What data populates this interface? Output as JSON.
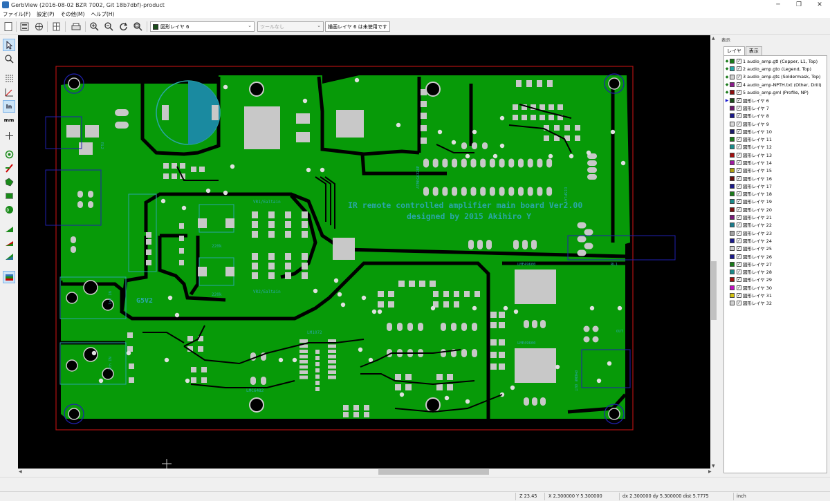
{
  "window": {
    "title": "GerbView (2016-08-02 BZR 7002, Git 18b7dbf)-product",
    "minimize": "─",
    "maximize": "❐",
    "close": "✕"
  },
  "menu": [
    "ファイル(F)",
    "設定(P)",
    "その他(M)",
    "ヘルプ(H)"
  ],
  "toolbar": {
    "layer_select": "図形レイヤ 6",
    "layer_color": "#1a4d1a",
    "tool_select": "ツールなし",
    "notice_button": "描画レイヤ 6 は未使用です"
  },
  "panel": {
    "title": "表示",
    "tabs": [
      "レイヤ",
      "表示"
    ],
    "layers": [
      {
        "label": "1 audio_amp.gtl (Copper, L1, Top)",
        "color": "#1a7a1a",
        "mark": "◆"
      },
      {
        "label": "2 audio_amp.gto (Legend, Top)",
        "color": "#2aa7a7",
        "mark": "◆"
      },
      {
        "label": "3 audio_amp.gts (Soldermask, Top)",
        "color": "#d0d0d0",
        "mark": "◆"
      },
      {
        "label": "4 audio_amp-NPTH.txt (Other, Drill)",
        "color": "#8a1a8a",
        "mark": "◆"
      },
      {
        "label": "5 audio_amp.gml (Profile, NP)",
        "color": "#8a1010",
        "mark": "◆"
      },
      {
        "label": "図形レイヤ 6",
        "color": "#1a4d1a",
        "mark": "▶"
      },
      {
        "label": "図形レイヤ 7",
        "color": "#6a1a6a",
        "mark": ""
      },
      {
        "label": "図形レイヤ 8",
        "color": "#1a1a8a",
        "mark": ""
      },
      {
        "label": "図形レイヤ 9",
        "color": "#d8d8d8",
        "mark": ""
      },
      {
        "label": "図形レイヤ 10",
        "color": "#1a1a6a",
        "mark": ""
      },
      {
        "label": "図形レイヤ 11",
        "color": "#1a7a1a",
        "mark": ""
      },
      {
        "label": "図形レイヤ 12",
        "color": "#1a8a8a",
        "mark": ""
      },
      {
        "label": "図形レイヤ 13",
        "color": "#a01010",
        "mark": ""
      },
      {
        "label": "図形レイヤ 14",
        "color": "#a01aa0",
        "mark": ""
      },
      {
        "label": "図形レイヤ 15",
        "color": "#b0a010",
        "mark": ""
      },
      {
        "label": "図形レイヤ 16",
        "color": "#6a1010",
        "mark": ""
      },
      {
        "label": "図形レイヤ 17",
        "color": "#1a1a8a",
        "mark": ""
      },
      {
        "label": "図形レイヤ 18",
        "color": "#1a7a1a",
        "mark": ""
      },
      {
        "label": "図形レイヤ 19",
        "color": "#1a8a8a",
        "mark": ""
      },
      {
        "label": "図形レイヤ 20",
        "color": "#7a1010",
        "mark": ""
      },
      {
        "label": "図形レイヤ 21",
        "color": "#7a1a7a",
        "mark": ""
      },
      {
        "label": "図形レイヤ 22",
        "color": "#1a7a8a",
        "mark": ""
      },
      {
        "label": "図形レイヤ 23",
        "color": "#a0a0a0",
        "mark": ""
      },
      {
        "label": "図形レイヤ 24",
        "color": "#1a1a8a",
        "mark": ""
      },
      {
        "label": "図形レイヤ 25",
        "color": "#d0d0d0",
        "mark": ""
      },
      {
        "label": "図形レイヤ 26",
        "color": "#1a1a8a",
        "mark": ""
      },
      {
        "label": "図形レイヤ 27",
        "color": "#1a7a1a",
        "mark": ""
      },
      {
        "label": "図形レイヤ 28",
        "color": "#1a8a8a",
        "mark": ""
      },
      {
        "label": "図形レイヤ 29",
        "color": "#a01010",
        "mark": ""
      },
      {
        "label": "図形レイヤ 30",
        "color": "#c010c0",
        "mark": ""
      },
      {
        "label": "図形レイヤ 31",
        "color": "#d0c010",
        "mark": ""
      },
      {
        "label": "図形レイヤ 32",
        "color": "#d0d0d0",
        "mark": ""
      }
    ]
  },
  "board": {
    "title_line1": "IR remote controlled amplifier main board Ver2.00",
    "title_line2": "designed by 2015 Akihiro Y",
    "labels": {
      "g5v2": "G5V2",
      "lm6482": "LMC6482",
      "lm1072": "LM1072",
      "sw_a": "220k",
      "sw_b": "220k",
      "vr_a": "VR1/Ealtain",
      "vr_b": "VR2/Ealtain",
      "atm": "ATMEGA328P",
      "display": "DISPLAY",
      "lme1": "LME49600",
      "lme2": "LME49600",
      "rl1": "RL1",
      "rl2": "RL2",
      "in_a": "1ch IN",
      "in_b": "2ch IN",
      "phone": "PHONE OUT",
      "out": "OUT"
    }
  },
  "status": {
    "zoom": "Z 23.45",
    "xy": "X 2.300000  Y 5.300000",
    "dxdy": "dx 2.300000  dy 5.300000  dist 5.7775",
    "units": "inch"
  }
}
